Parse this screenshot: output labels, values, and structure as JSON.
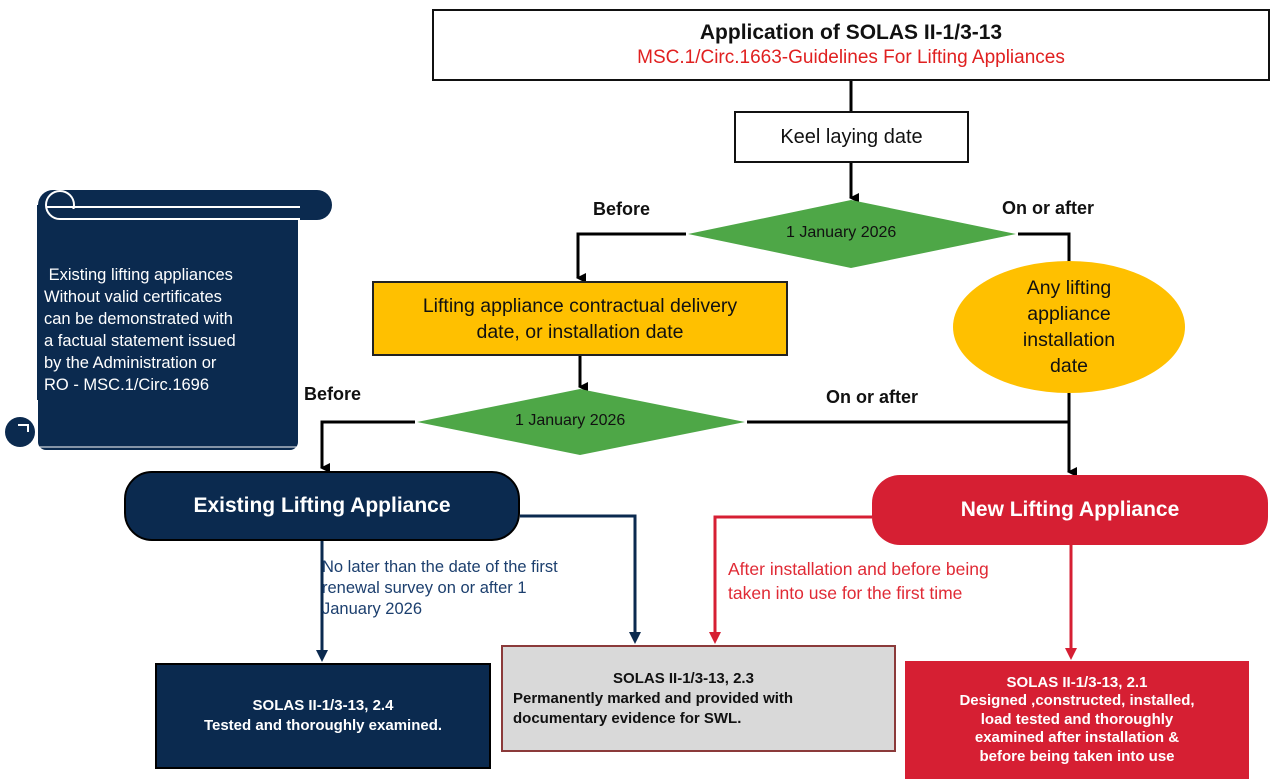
{
  "title": {
    "main": "Application of SOLAS II-1/3-13",
    "sub": "MSC.1/Circ.1663-Guidelines For Lifting Appliances"
  },
  "keel": {
    "label": "Keel laying date"
  },
  "decision_1": {
    "label": "1 January 2026",
    "before_label": "Before",
    "after_label": "On or after"
  },
  "contract_box": {
    "lines": [
      "Lifting appliance contractual delivery",
      "date, or installation date"
    ]
  },
  "install_oval": {
    "lines": [
      "Any lifting",
      "appliance",
      "installation",
      "date"
    ]
  },
  "decision_2": {
    "label": "1 January 2026",
    "before_label": "Before",
    "after_label": "On or after"
  },
  "existing": {
    "label": "Existing Lifting Appliance"
  },
  "new": {
    "label": "New Lifting Appliance"
  },
  "existing_note": {
    "lines": [
      "No later than the date of the first",
      "renewal survey on or after 1",
      "January 2026"
    ]
  },
  "new_note": {
    "lines": [
      "After installation and before being",
      "taken into use for the first time"
    ]
  },
  "box_24": {
    "heading": "SOLAS II-1/3-13, 2.4",
    "text": "Tested and thoroughly examined."
  },
  "box_23": {
    "heading": "SOLAS II-1/3-13, 2.3",
    "lines": [
      "Permanently marked and provided with",
      "documentary evidence for SWL."
    ]
  },
  "box_21": {
    "heading": "SOLAS II-1/3-13, 2.1",
    "lines": [
      "Designed ,constructed, installed,",
      "load tested and thoroughly",
      "examined after installation &",
      "before being taken into use"
    ]
  },
  "scroll_note": {
    "lines": [
      " Existing lifting appliances",
      "Without valid certificates",
      "can be demonstrated with",
      "a factual statement issued",
      "by the Administration or",
      "RO - MSC.1/Circ.1696"
    ]
  },
  "colors": {
    "navy": "#0b2a4f",
    "red": "#d61f33",
    "yellow": "#ffc000",
    "green": "#4ea747",
    "grey": "#d9d9d9",
    "title_red": "#e02020"
  }
}
